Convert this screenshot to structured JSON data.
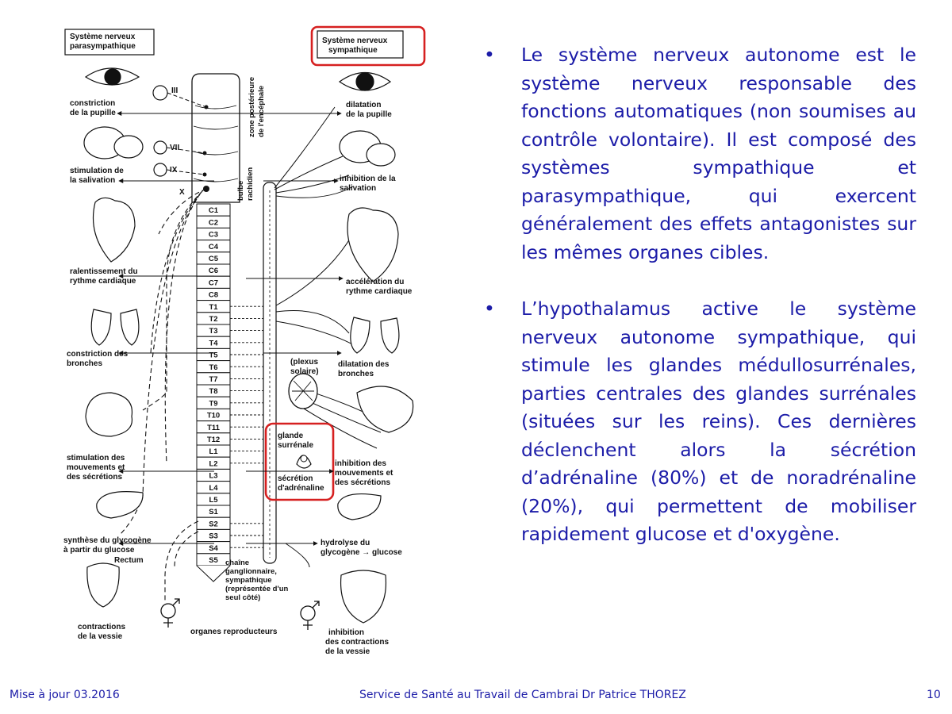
{
  "diagram": {
    "parasympathetic_title": [
      "Système nerveux",
      "parasympathique"
    ],
    "sympathetic_title": [
      "Système nerveux",
      "sympathique"
    ],
    "cranial_nerves": [
      "III",
      "VII",
      "IX",
      "X"
    ],
    "brain_labels": [
      "bulbe",
      "rachidien",
      "zone postérieure",
      "de l'encéphale"
    ],
    "segments": [
      "C1",
      "C2",
      "C3",
      "C4",
      "C5",
      "C6",
      "C7",
      "C8",
      "T1",
      "T2",
      "T3",
      "T4",
      "T5",
      "T6",
      "T7",
      "T8",
      "T9",
      "T10",
      "T11",
      "T12",
      "L1",
      "L2",
      "L3",
      "L4",
      "L5",
      "S1",
      "S2",
      "S3",
      "S4",
      "S5"
    ],
    "left_effects": [
      [
        "constriction",
        "de la pupille"
      ],
      [
        "stimulation de",
        "la salivation"
      ],
      [
        "ralentissement du",
        "rythme cardiaque"
      ],
      [
        "constriction des",
        "bronches"
      ],
      [
        "stimulation des",
        "mouvements et",
        "des sécrétions"
      ],
      [
        "synthèse du glycogène",
        "à partir du glucose"
      ],
      [
        "contractions",
        "de la vessie"
      ]
    ],
    "right_effects": [
      [
        "dilatation",
        "de la pupille"
      ],
      [
        "inhibition de la",
        "salivation"
      ],
      [
        "accélération du",
        "rythme cardiaque"
      ],
      [
        "dilatation des",
        "bronches"
      ],
      [
        "inhibition des",
        "mouvements et",
        "des sécrétions"
      ],
      [
        "hydrolyse du",
        "glycogène → glucose"
      ],
      [
        "inhibition",
        "des contractions",
        "de la vessie"
      ]
    ],
    "plexus": [
      "(plexus",
      "solaire)"
    ],
    "adrenal": [
      "glande",
      "surrénale"
    ],
    "adrenaline": [
      "sécrétion",
      "d'adrénaline"
    ],
    "rectum": "Rectum",
    "chain": [
      "chaîne",
      "ganglionnaire,",
      "sympathique",
      "(représentée d'un",
      "seul côté)"
    ],
    "reproductive": "organes reproducteurs",
    "highlight_color": "#d62020"
  },
  "bullets": [
    "Le système nerveux autonome  est le système nerveux responsable des fonctions automatiques (non soumises au contrôle volontaire). Il est composé des systèmes sympathique et parasympathique, qui exercent généralement des effets antagonistes sur les mêmes organes cibles.",
    "L’hypothalamus active le système nerveux autonome sympathique, qui stimule les glandes médullosurrénales, parties centrales des glandes surrénales (situées sur les reins). Ces dernières déclenchent alors la sécrétion d’adrénaline (80%) et de noradrénaline (20%), qui permettent de mobiliser rapidement glucose et d'oxygène."
  ],
  "bullet_symbol": "•",
  "footer": {
    "left": "Mise à jour 03.2016",
    "center": "Service de Santé au Travail de Cambrai   Dr Patrice THOREZ",
    "page": "10"
  },
  "text_color": "#1c1ca8"
}
